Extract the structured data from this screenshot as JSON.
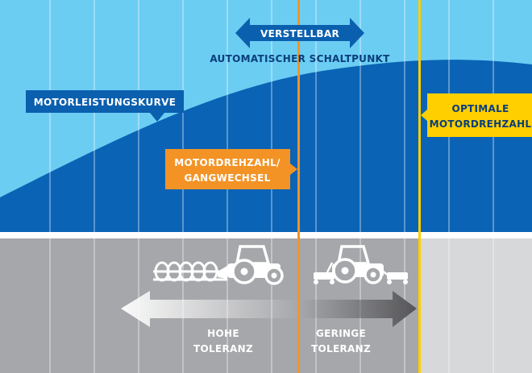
{
  "labels": {
    "adjustable": "VERSTELLBAR",
    "auto_shift_point": "AUTOMATISCHER SCHALTPUNKT",
    "power_curve": "MOTORLEISTUNGSKURVE",
    "engine_speed_line1": "MOTORDREHZAHL/",
    "engine_speed_line2": "GANGWECHSEL",
    "optimal_line1": "OPTIMALE",
    "optimal_line2": "MOTORDREHZAHL",
    "high_tol_line1": "HOHE",
    "high_tol_line2": "TOLERANZ",
    "low_tol_line1": "GERINGE",
    "low_tol_line2": "TOLERANZ"
  },
  "icons": {
    "plough_tractor": "tractor-with-plough-icon",
    "mower_tractor": "tractor-with-mower-icon"
  },
  "colors": {
    "sky": "#6ccdf3",
    "curve": "#0b63b5",
    "label_blue": "#0a5fae",
    "orange": "#f39325",
    "yellow": "#ffcf00",
    "gray_dark": "#a6a7aa",
    "gray_light": "#d7d8da"
  }
}
